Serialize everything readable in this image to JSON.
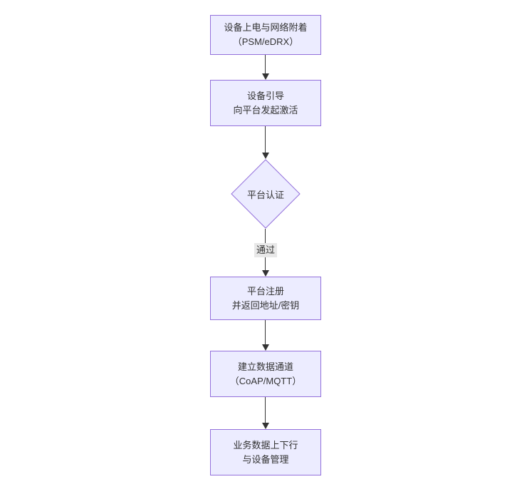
{
  "diagram": {
    "type": "flowchart",
    "direction": "top-down",
    "colors": {
      "background": "#ffffff",
      "node_fill": "#ececff",
      "node_border": "#9370db",
      "edge": "#333333",
      "text": "#333333",
      "edge_label_bg": "#e8e8e8"
    },
    "nodes": [
      {
        "id": "power-attach",
        "shape": "rect",
        "lines": [
          "设备上电与网络附着",
          "（PSM/eDRX）"
        ]
      },
      {
        "id": "bootstrap",
        "shape": "rect",
        "lines": [
          "设备引导",
          "向平台发起激活"
        ]
      },
      {
        "id": "platform-auth",
        "shape": "diamond",
        "lines": [
          "平台认证"
        ]
      },
      {
        "id": "register",
        "shape": "rect",
        "lines": [
          "平台注册",
          "并返回地址/密钥"
        ]
      },
      {
        "id": "data-channel",
        "shape": "rect",
        "lines": [
          "建立数据通道",
          "（CoAP/MQTT）"
        ]
      },
      {
        "id": "business-data",
        "shape": "rect",
        "lines": [
          "业务数据上下行",
          "与设备管理"
        ]
      }
    ],
    "edges": [
      {
        "from": "power-attach",
        "to": "bootstrap",
        "label": ""
      },
      {
        "from": "bootstrap",
        "to": "platform-auth",
        "label": ""
      },
      {
        "from": "platform-auth",
        "to": "register",
        "label": "通过"
      },
      {
        "from": "register",
        "to": "data-channel",
        "label": ""
      },
      {
        "from": "data-channel",
        "to": "business-data",
        "label": ""
      }
    ]
  }
}
